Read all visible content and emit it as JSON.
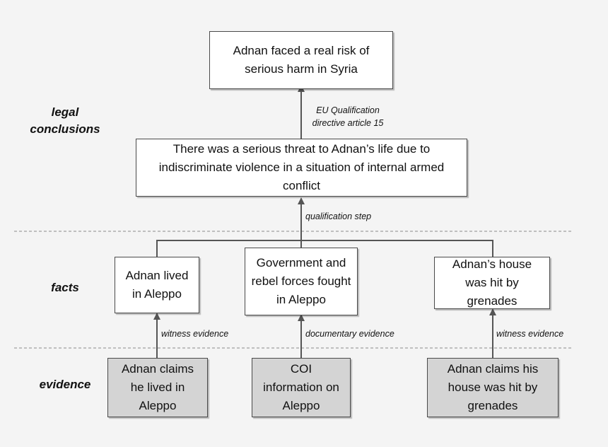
{
  "levels": {
    "legal_conclusions": "legal conclusions",
    "facts": "facts",
    "evidence": "evidence"
  },
  "conclusions": {
    "top": "Adnan faced a real risk of serious harm in Syria",
    "middle": "There was a serious threat to Adnan’s life due to indiscriminate violence in a situation of internal armed conflict"
  },
  "facts": {
    "lived": "Adnan lived in Aleppo",
    "fought": "Government and rebel forces fought in Aleppo",
    "house": "Adnan’s house was hit by grenades"
  },
  "evidence": {
    "claim_lived": "Adnan claims he lived in Aleppo",
    "coi": "COI information on Aleppo",
    "claim_house": "Adnan claims his house was hit by grenades"
  },
  "edge_labels": {
    "directive": "EU Qualification directive article 15",
    "qualification": "qualification step",
    "witness_1": "witness evidence",
    "documentary": "documentary evidence",
    "witness_2": "witness evidence"
  }
}
